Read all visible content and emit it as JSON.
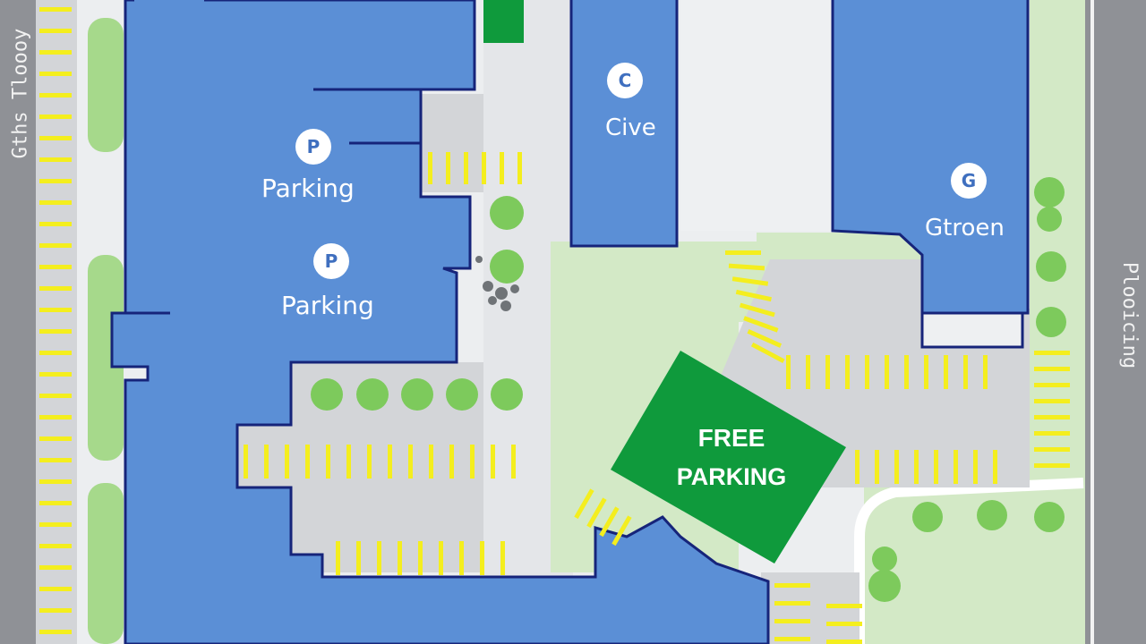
{
  "map": {
    "colors": {
      "building": "#5b8fd6",
      "building_outline": "#16247a",
      "lot": "#d6d8db",
      "grass": "#cfe8bf",
      "tree": "#7dca5c",
      "stripe": "#f4ee1e",
      "road": "#8f9196",
      "free_lot": "#0f9a3c",
      "sidewalk": "#eceef0"
    },
    "labels": {
      "parking_1": "Parking",
      "parking_2": "Parking",
      "cive": "Cive",
      "gtroen": "Gtroen",
      "free_line1": "FREE",
      "free_line2": "PARKING"
    },
    "road_text": {
      "left": "Gths Tloooy",
      "right": "Plooicing"
    },
    "icons": [
      "parking-pin-icon",
      "parking-pin-icon",
      "location-pin-icon",
      "location-pin-icon"
    ]
  }
}
